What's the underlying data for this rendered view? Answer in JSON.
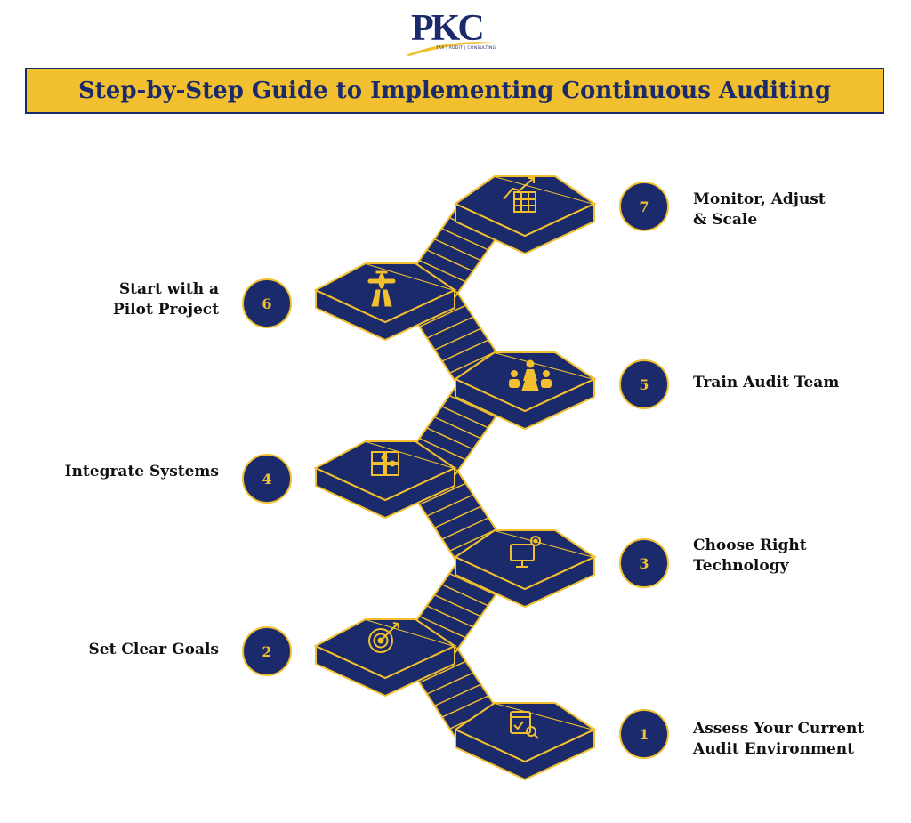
{
  "logo": {
    "text": "PKC",
    "tagline": "TAX | AUDIT | CONSULTING"
  },
  "banner": {
    "title": "Step-by-Step Guide to Implementing Continuous Auditing"
  },
  "colors": {
    "navy": "#1b2a6b",
    "gold": "#f2c02e"
  },
  "steps": [
    {
      "number": "1",
      "label": "Assess Your Current\nAudit Environment",
      "icon": "audit-search-icon"
    },
    {
      "number": "2",
      "label": "Set Clear Goals",
      "icon": "target-icon"
    },
    {
      "number": "3",
      "label": "Choose Right\nTechnology",
      "icon": "computer-gear-icon"
    },
    {
      "number": "4",
      "label": "Integrate Systems",
      "icon": "puzzle-icon"
    },
    {
      "number": "5",
      "label": "Train Audit Team",
      "icon": "team-training-icon"
    },
    {
      "number": "6",
      "label": "Start with a\nPilot Project",
      "icon": "airplane-runway-icon"
    },
    {
      "number": "7",
      "label": "Monitor, Adjust\n& Scale",
      "icon": "growth-chart-icon"
    }
  ]
}
